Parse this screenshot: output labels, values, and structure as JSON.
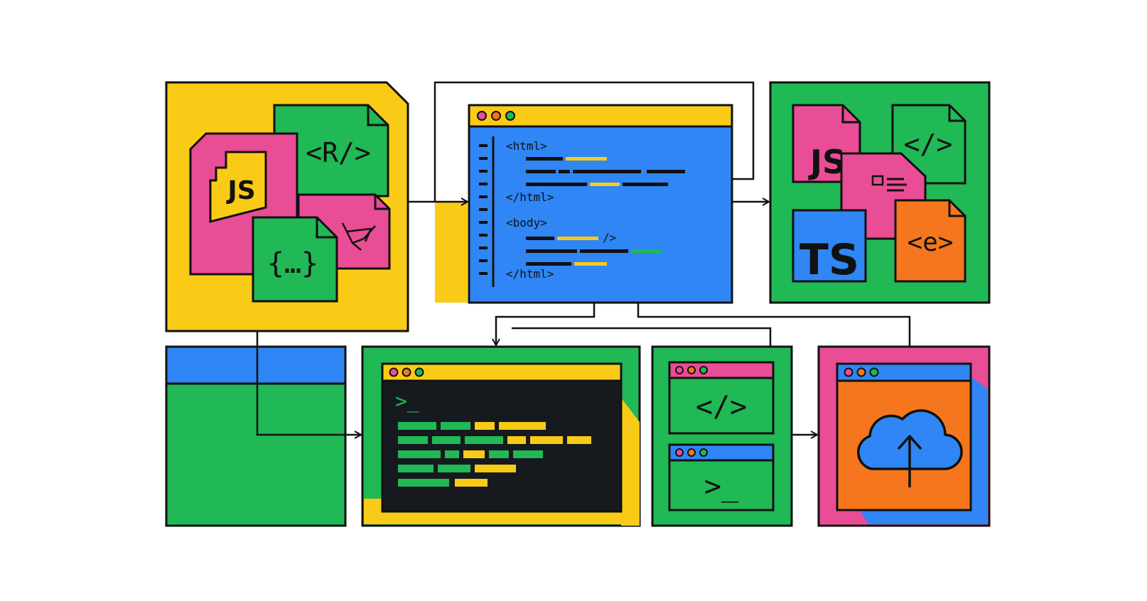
{
  "colors": {
    "yellow": "#f9cb16",
    "green": "#21b856",
    "pink": "#e94d95",
    "blue": "#2f86f4",
    "orange": "#f5761c",
    "black": "#111111",
    "dark": "#161a1f",
    "white": "#ffffff"
  },
  "sources": {
    "js_label": "JS",
    "react_label": "<R/>",
    "json_label": "{…}",
    "laravel_icon": "laravel-logo-icon"
  },
  "editor": {
    "lines": [
      "<html>",
      "</html>",
      "<body>",
      "/>",
      "</html>"
    ]
  },
  "outputs": {
    "js_label": "JS",
    "code_label": "</>",
    "ts_label": "TS",
    "element_label": "<e>",
    "doc_icon": "document-lines-icon"
  },
  "terminal": {
    "prompt": ">_"
  },
  "dev_tools": {
    "code_label": "</>",
    "prompt": ">_"
  },
  "deploy": {
    "icon": "cloud-upload-icon"
  }
}
